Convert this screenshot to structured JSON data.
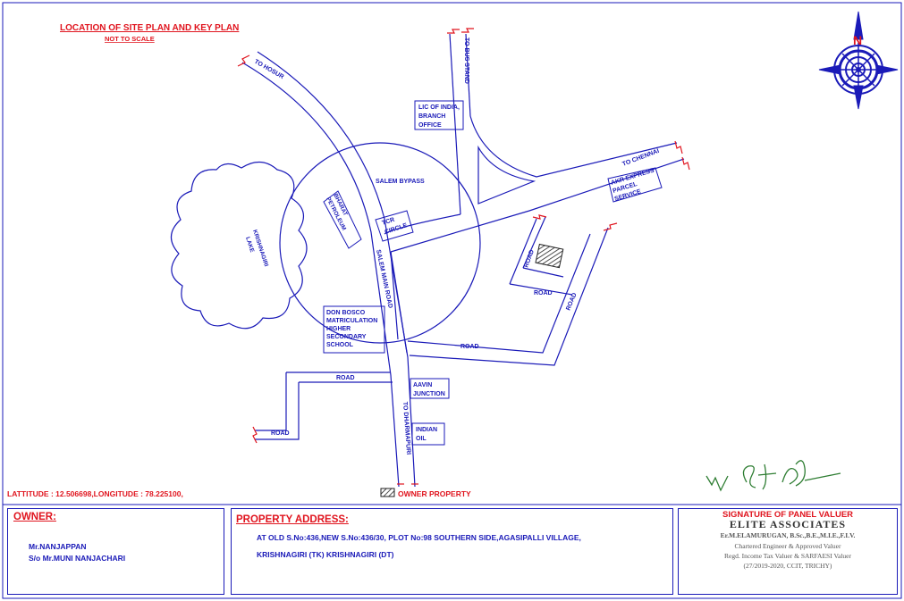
{
  "title": "LOCATION OF SITE PLAN AND KEY PLAN",
  "subtitle": "NOT TO SCALE",
  "compass_letter": "N",
  "roads": {
    "to_hosur": "TO HOSUR",
    "to_bus_stand": "TO BUS STAND",
    "to_chennai": "TO CHENNAI",
    "salem_bypass": "SALEM BYPASS",
    "salem_main_road": "SALEM MAIN ROAD",
    "to_dharmapuri": "TO DHARMAPURI",
    "road": "ROAD"
  },
  "landmarks": {
    "lic_line1": "LIC OF INDIA,",
    "lic_line2": "BRANCH",
    "lic_line3": "OFFICE",
    "akr_line1": "AKR EXPRESS",
    "akr_line2": "PARCEL",
    "akr_line3": "SERVICE",
    "bharat_line1": "BHARAT",
    "bharat_line2": "PETROLEUM",
    "tcr_line1": "TCR",
    "tcr_line2": "CIRCLE",
    "lake_line1": "KRISHNAGIRI",
    "lake_line2": "LAKE",
    "school_line1": "DON BOSCO",
    "school_line2": "MATRICULATION",
    "school_line3": "HIGHER",
    "school_line4": "SECONDARY",
    "school_line5": "SCHOOL",
    "aavin_line1": "AAVIN",
    "aavin_line2": "JUNCTION",
    "indian_oil_line1": "INDIAN",
    "indian_oil_line2": "OIL"
  },
  "coordinates_text": "LATTITUDE :  12.506698,LONGITUDE : 78.225100,",
  "legend_text": "OWNER PROPERTY",
  "owner": {
    "title": "OWNER:",
    "name": "Mr.NANJAPPAN",
    "relation": "S/o Mr.MUNI NANJACHARI"
  },
  "address": {
    "title": "PROPERTY ADDRESS:",
    "line1": "AT OLD S.No:436,NEW S.No:436/30, PLOT No:98 SOUTHERN SIDE,AGASIPALLI VILLAGE,",
    "line2": "KRISHNAGIRI (TK) KRISHNAGIRI (DT)"
  },
  "signature": {
    "title": "SIGNATURE OF PANEL VALUER",
    "firm": "ELITE ASSOCIATES",
    "name": "Er.M.ELAMURUGAN, B.Sc.,B.E.,M.I.E.,F.I.V.",
    "line1": "Chartered Engineer & Approved Valuer",
    "line2": "Regd. Income Tax Valuer & SARFAESI Valuer",
    "line3": "(27/2019-2020, CCIT, TRICHY)"
  },
  "colors": {
    "line": "#1a1ab8",
    "accent": "#e0141e",
    "signature": "#2e7d32"
  }
}
